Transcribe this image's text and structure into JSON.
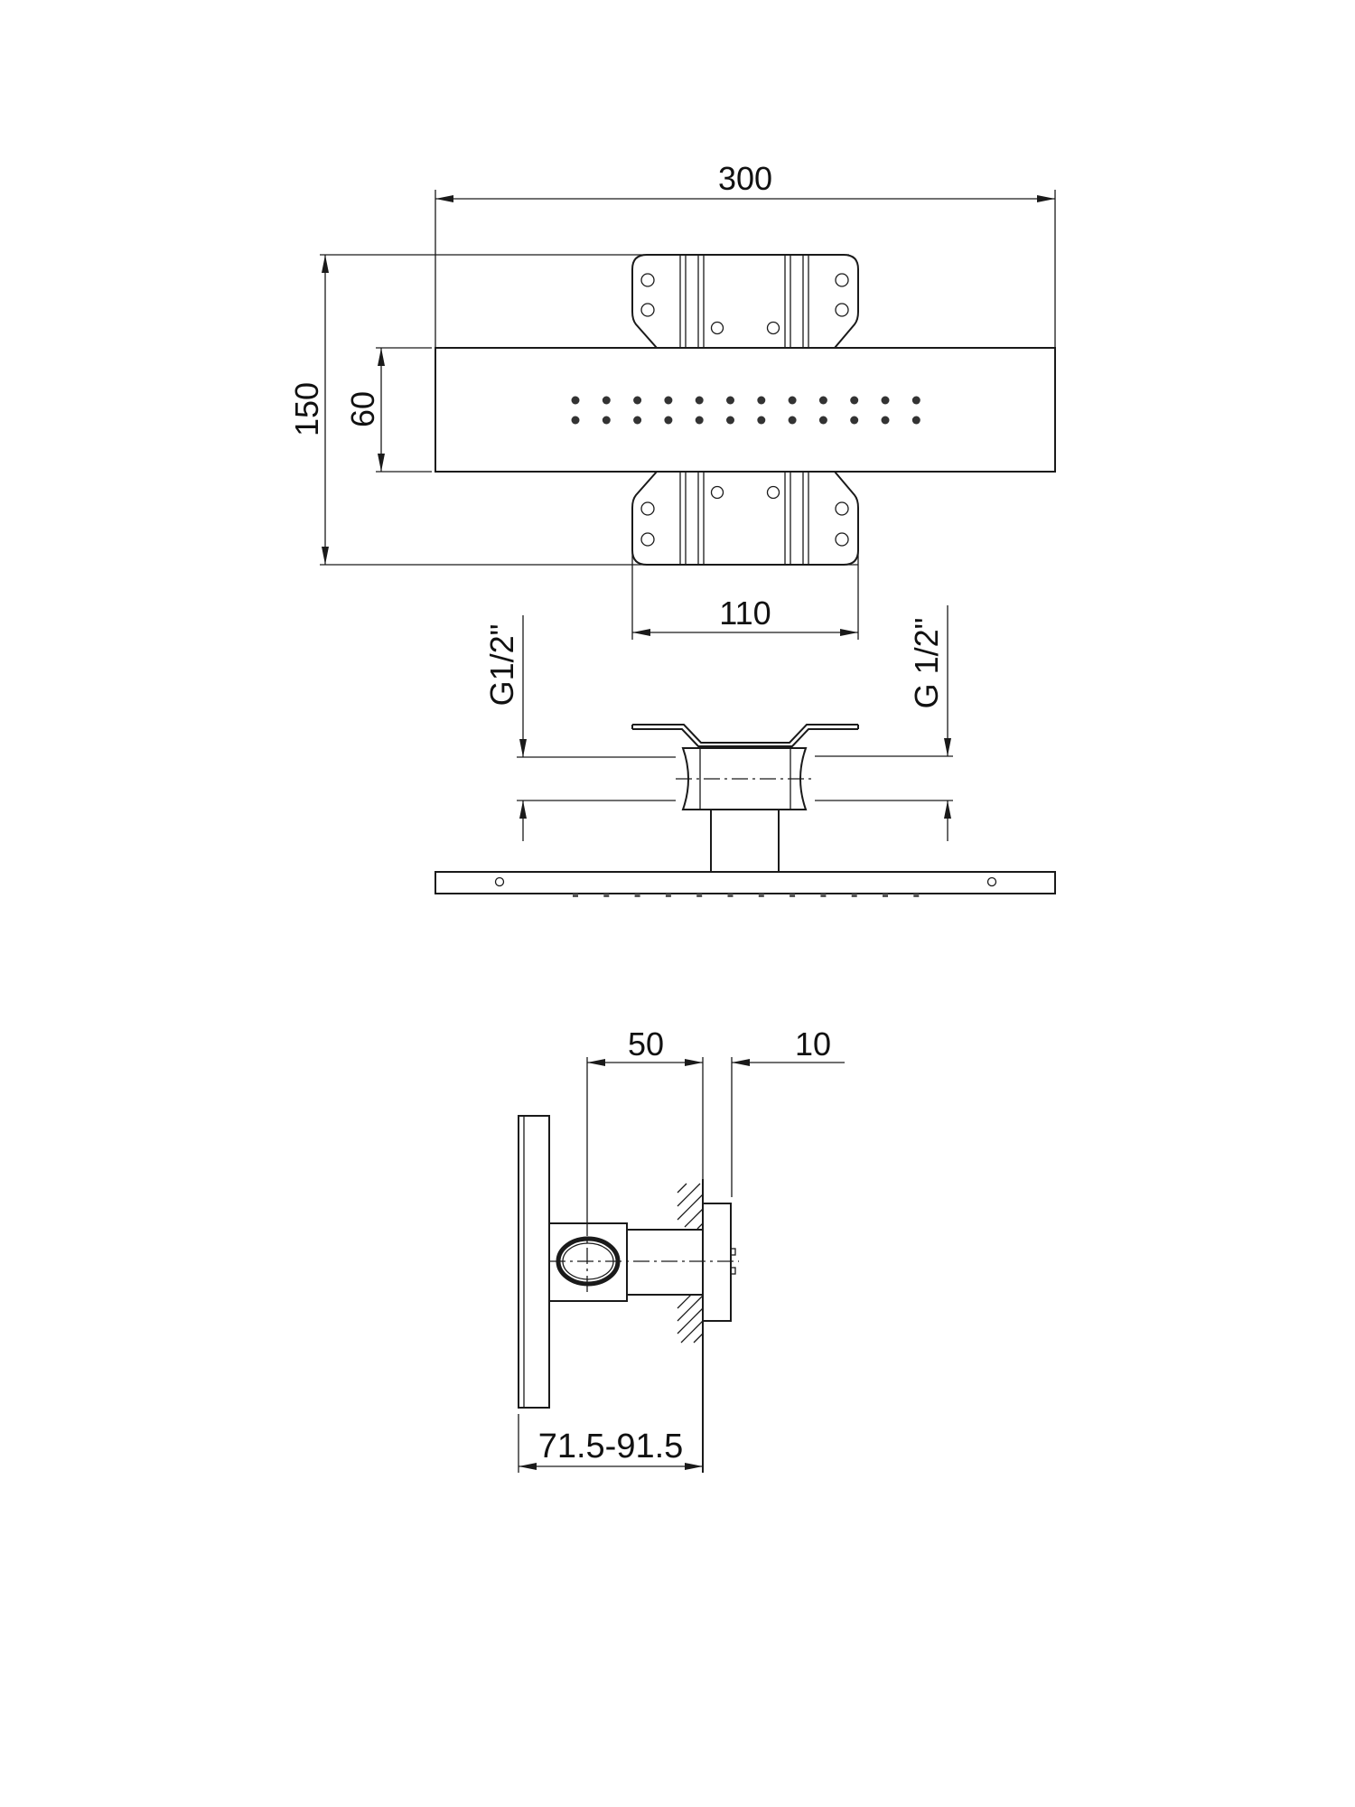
{
  "title": "Shower head dimension drawing",
  "top_view": {
    "width_label": "300",
    "height_label": "150",
    "plate_height_label": "60",
    "bracket_width_label": "110",
    "nozzle_columns": 12,
    "nozzle_rows": 2
  },
  "front_view": {
    "left_thread_label": "G1/2\"",
    "right_thread_label": "G 1/2\""
  },
  "side_view": {
    "arm_label": "50",
    "flange_label": "10",
    "total_depth_label": "71.5-91.5"
  },
  "colors": {
    "line": "#1a1a1a",
    "background": "#ffffff"
  }
}
